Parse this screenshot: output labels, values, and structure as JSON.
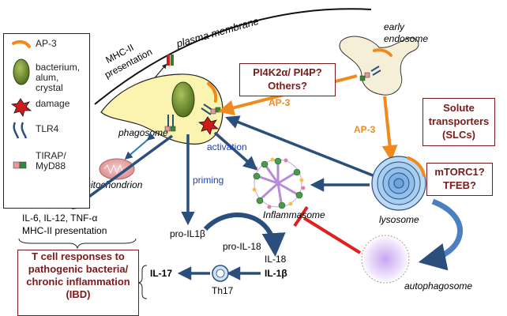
{
  "legend": {
    "ap3": "AP-3",
    "bacterium": "bacterium, alum, crystal",
    "damage": "damage",
    "tlr4": "TLR4",
    "tirap": "TIRAP/ MyD88"
  },
  "labels": {
    "plasma_membrane": "plasma membrane",
    "mhc_presentation": "MHC-II presentation",
    "early_endosome": "early endosome",
    "phagosome": "phagosome",
    "mitochondrion": "mitochondrion",
    "activation": "activation",
    "priming": "priming",
    "inflammasome": "Inflammasome",
    "lysosome": "lysosome",
    "autophagosome": "autophagosome",
    "ap3_top": "AP-3",
    "ap3_right": "AP-3",
    "cytokines_line1": "IL-6, IL-12, TNF-α",
    "cytokines_line2": "MHC-II presentation",
    "pro_il1b": "pro-IL1β",
    "pro_il18": "pro-IL-18",
    "il18": "IL-18",
    "il1b": "IL-1β",
    "il17": "IL-17",
    "th17": "Th17"
  },
  "boxes": {
    "pi4k": "PI4K2α/ PI4P? Others?",
    "slc": "Solute transporters (SLCs)",
    "mtorc": "mTORC1? TFEB?",
    "tcell": "T cell responses to pathogenic bacteria/ chronic inflammation (IBD)"
  },
  "colors": {
    "ap3_orange": "#f08a1c",
    "arrow_blue": "#2a4f7c",
    "box_red": "#7a1a1a",
    "membrane_yellow": "#fbf3b0",
    "bacterium_green": "#6f8f2e",
    "damage_red": "#d11b1b",
    "inhibit_red": "#e02020",
    "text_blue": "#1f3fbf"
  }
}
